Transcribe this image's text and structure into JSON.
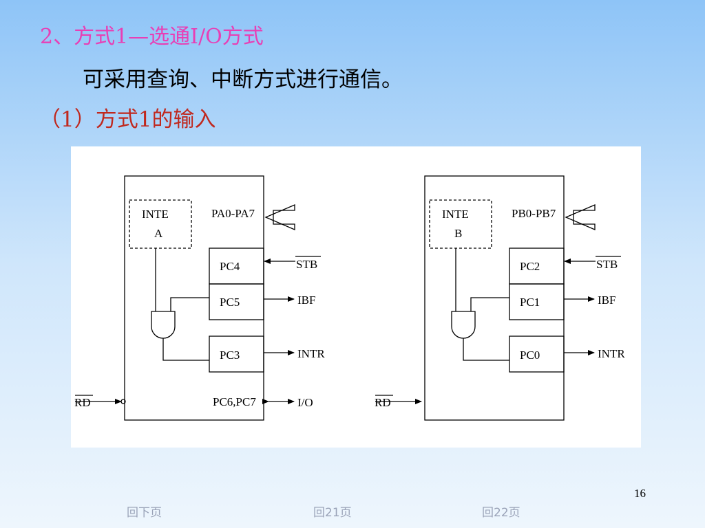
{
  "slide": {
    "heading": "2、方式1—选通I/O方式",
    "line1": "可采用查询、中断方式进行通信。",
    "subheading": "（1）方式1的输入",
    "page_number": "16"
  },
  "diagram": {
    "portA": {
      "inte_line1": "INTE",
      "inte_line2": "A",
      "port_label": "PA0-PA7",
      "pc_top": "PC4",
      "pc_mid": "PC5",
      "pc_bottom": "PC3",
      "pc_io": "PC6,PC7",
      "stb": "STB",
      "ibf": "IBF",
      "intr": "INTR",
      "io": "I/O",
      "rd": "RD"
    },
    "portB": {
      "inte_line1": "INTE",
      "inte_line2": "B",
      "port_label": "PB0-PB7",
      "pc_top": "PC2",
      "pc_mid": "PC1",
      "pc_bottom": "PC0",
      "stb": "STB",
      "ibf": "IBF",
      "intr": "INTR",
      "rd": "RD"
    }
  },
  "nav": {
    "next_page": "回下页",
    "back21": "回21页",
    "back22": "回22页"
  }
}
